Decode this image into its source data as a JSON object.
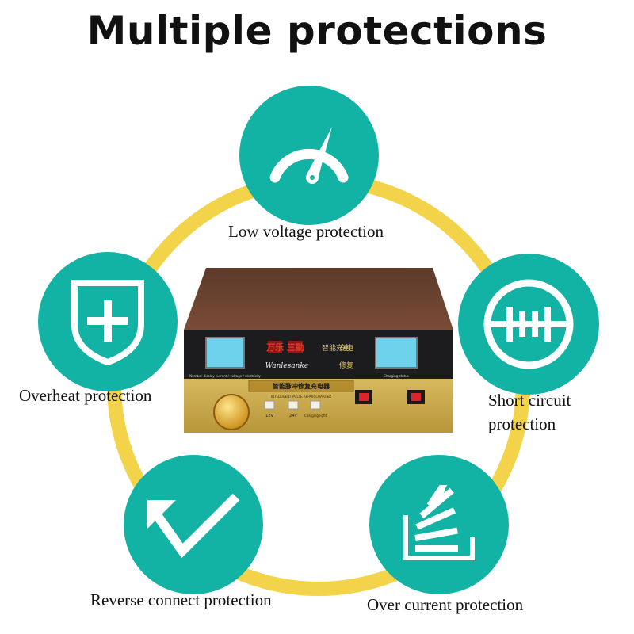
{
  "title": "Multiple protections",
  "colors": {
    "accent": "#12b2a4",
    "ring": "#f2d34a",
    "text": "#111111"
  },
  "features": [
    {
      "label": "Low voltage protection",
      "icon": "speedometer-icon"
    },
    {
      "label": "Short circuit",
      "label_line2": "protection",
      "icon": "short-circuit-icon"
    },
    {
      "label": "Over current protection",
      "icon": "stacked-bars-icon"
    },
    {
      "label": "Reverse connect protection",
      "icon": "reverse-check-icon"
    },
    {
      "label": "Overheat protection",
      "icon": "shield-plus-icon"
    }
  ],
  "device": {
    "brand_cn": "万乐 三勁",
    "brand_en": "Wanlesanke",
    "product_cn": "智能脉冲修复充电器",
    "product_en": "INTELLIGENT PULSE REPAIR CHARGER",
    "side_text": "智能充电",
    "charge_label": "充电",
    "repair_label": "修复",
    "display_left_caption": "Number display current / voltage / electricity",
    "display_right_caption": "Charging status",
    "btn_12v": "12V",
    "btn_24v": "24V",
    "btn_light": "Charging light"
  }
}
